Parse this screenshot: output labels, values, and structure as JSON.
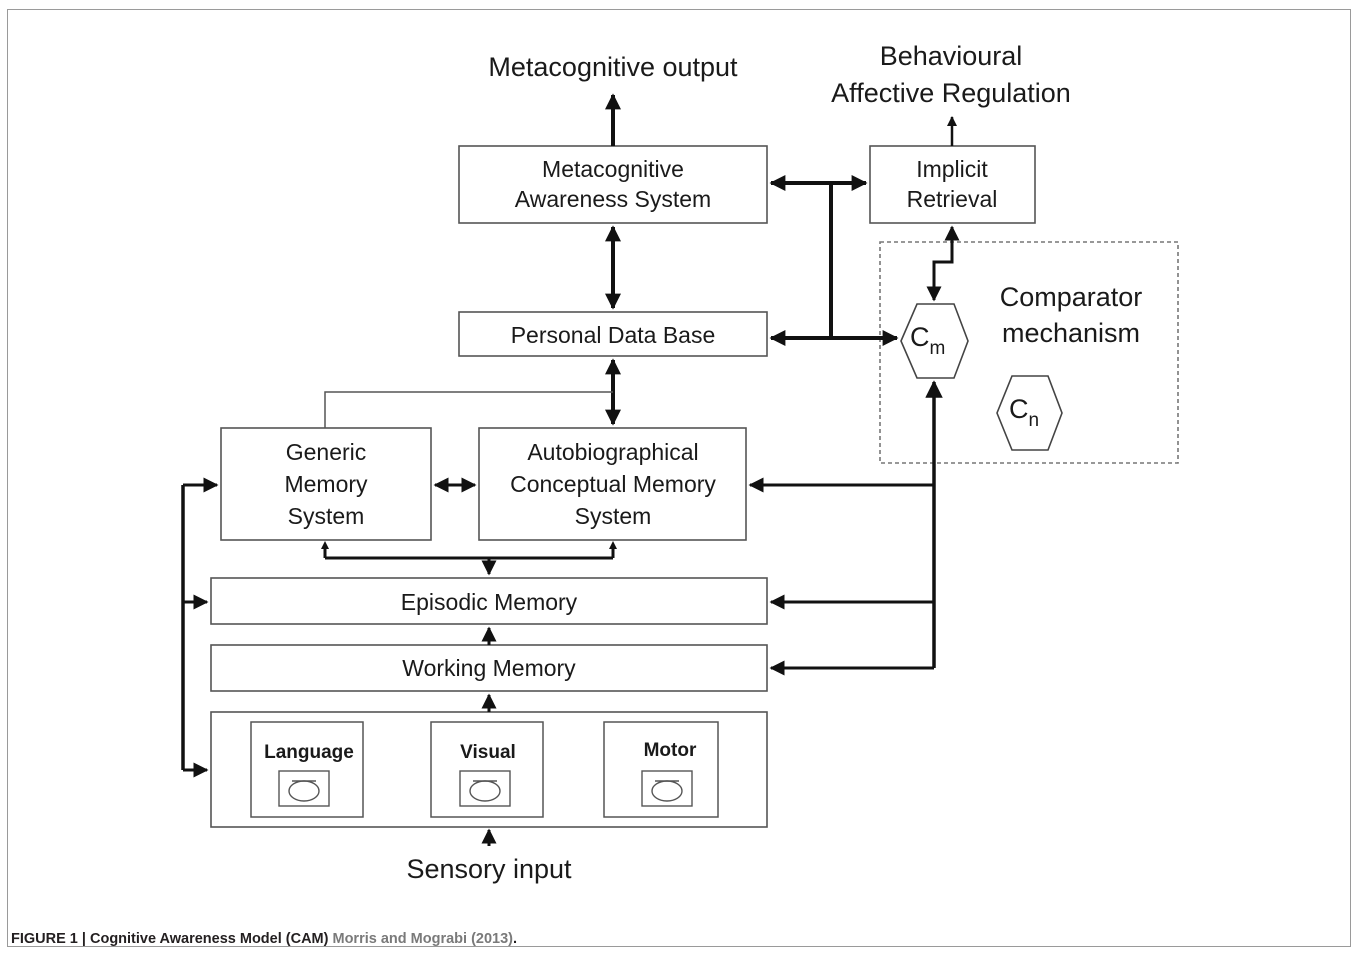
{
  "diagram": {
    "outputs": {
      "metacognitive_output": "Metacognitive output",
      "behavioural_line1": "Behavioural",
      "behavioural_line2": "Affective Regulation",
      "sensory_input": "Sensory input"
    },
    "boxes": {
      "metacognitive_awareness": [
        "Metacognitive",
        "Awareness System"
      ],
      "implicit_retrieval": [
        "Implicit",
        "Retrieval"
      ],
      "personal_data_base": "Personal Data Base",
      "generic_memory": [
        "Generic",
        "Memory",
        "System"
      ],
      "autobiographical": [
        "Autobiographical",
        "Conceptual Memory",
        "System"
      ],
      "episodic_memory": "Episodic Memory",
      "working_memory": "Working Memory"
    },
    "sensory_modules": [
      "Language",
      "Visual",
      "Motor"
    ],
    "comparator": {
      "label_line1": "Comparator",
      "label_line2": "mechanism",
      "cm_base": "C",
      "cm_sub": "m",
      "cn_base": "C",
      "cn_sub": "n"
    }
  },
  "caption": {
    "main": "FIGURE 1 | Cognitive Awareness Model (CAM)",
    "reference": "Morris and Mograbi (2013)",
    "end": "."
  },
  "colors": {
    "line": "#111111",
    "box_border": "#555555",
    "reference_text": "#7a7a7a"
  }
}
